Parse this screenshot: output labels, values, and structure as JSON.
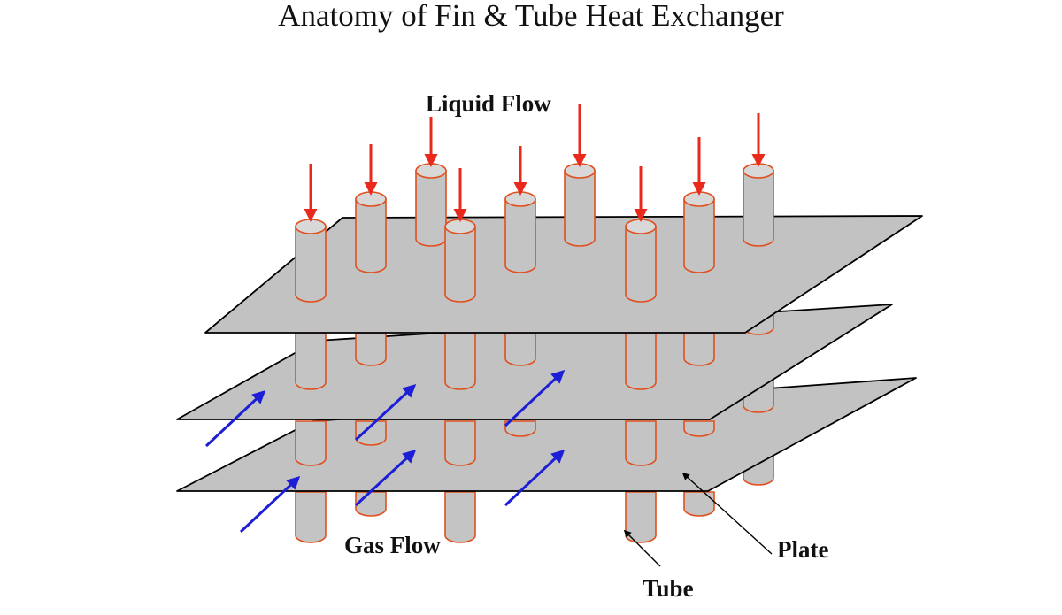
{
  "title": "Anatomy of Fin & Tube Heat Exchanger",
  "labels": {
    "liquid_flow": "Liquid Flow",
    "gas_flow": "Gas Flow",
    "plate": "Plate",
    "tube": "Tube"
  },
  "colors": {
    "plate_fill": "#c2c2c2",
    "tube_fill": "#c4c4c4",
    "tube_top_fill": "#d8d8d8",
    "tube_outline": "#e0501e",
    "liquid_arrow": "#e8291c",
    "gas_arrow": "#1c1fd6",
    "pointer": "#000000"
  }
}
